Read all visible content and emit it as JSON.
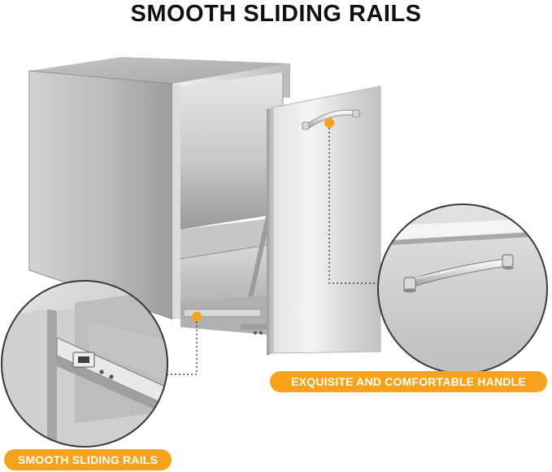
{
  "header": {
    "title": "SMOOTH SLIDING RAILS"
  },
  "callouts": {
    "handle_label": "EXQUISITE AND COMFORTABLE HANDLE",
    "rails_label": "SMOOTH SLIDING RAILS"
  },
  "colors": {
    "accent": "#f7a21b",
    "title": "#111111",
    "steel_light": "#dcdcdc",
    "steel_mid": "#b4b4b4",
    "steel_dark": "#8e8e8e"
  },
  "icons": {
    "handle_marker": "orange-dot",
    "rails_marker": "orange-dot"
  }
}
